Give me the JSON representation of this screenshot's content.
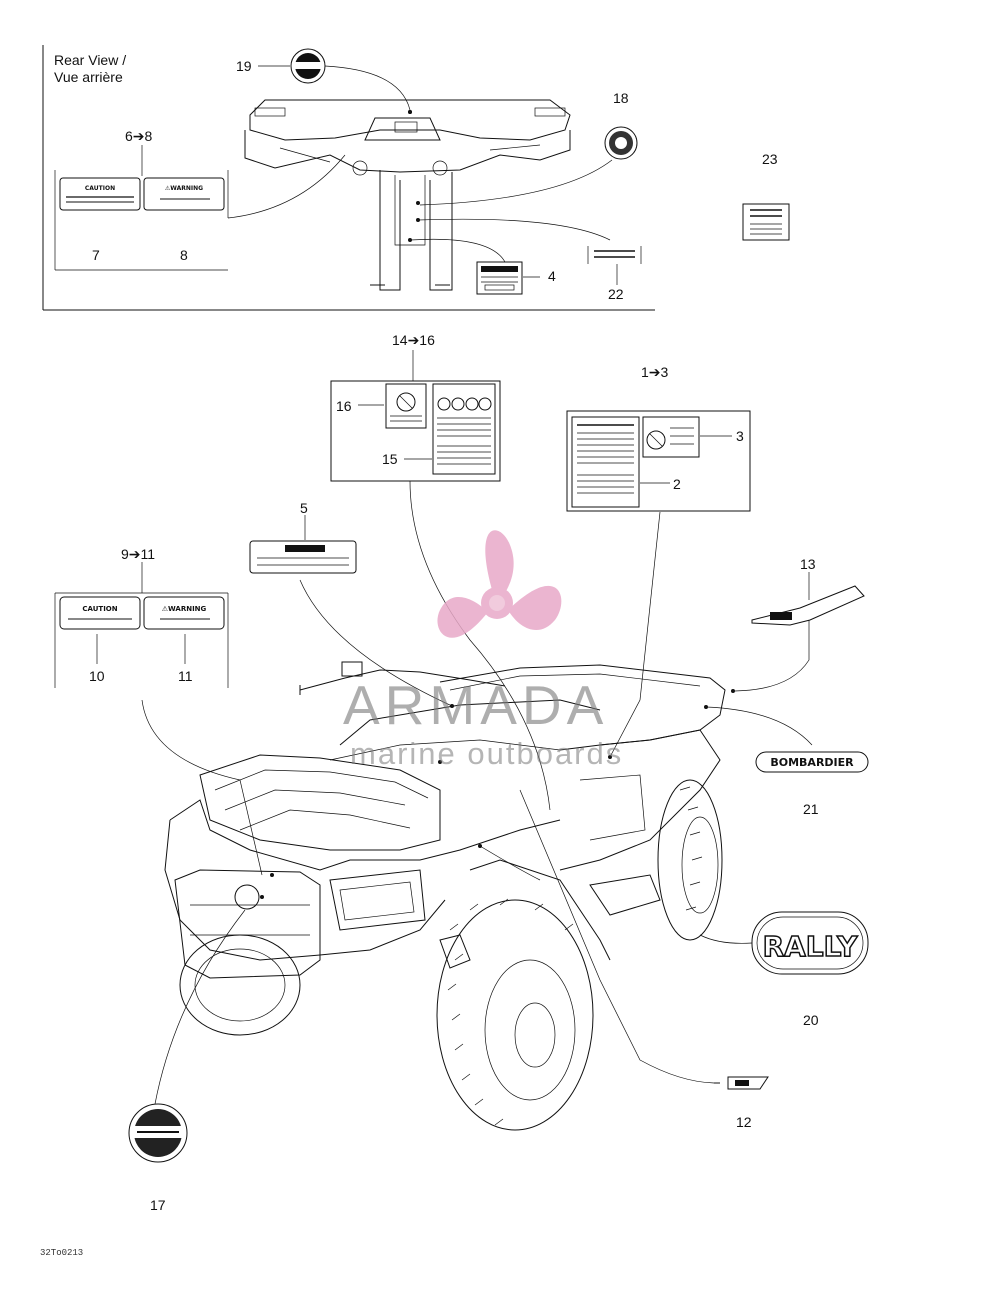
{
  "rear_view_title": {
    "line1": "Rear View /",
    "line2": "Vue arrière"
  },
  "callouts": {
    "c19": "19",
    "c18": "18",
    "c23": "23",
    "c6_8": "6➔8",
    "c7": "7",
    "c8": "8",
    "c4": "4",
    "c22": "22",
    "c14_16": "14➔16",
    "c16": "16",
    "c15": "15",
    "c1_3": "1➔3",
    "c3": "3",
    "c2": "2",
    "c5": "5",
    "c9_11": "9➔11",
    "c10": "10",
    "c11": "11",
    "c13": "13",
    "c21": "21",
    "c20": "20",
    "c12": "12",
    "c17": "17"
  },
  "decals": {
    "caution": "CAUTION",
    "warning": "⚠WARNING",
    "bombardier": "BOMBARDIER",
    "rally": "RALLY"
  },
  "watermark": {
    "name": "ARMADA",
    "subtitle": "marine outboards",
    "color": "#e8a9c8"
  },
  "figure_code": "32To0213"
}
